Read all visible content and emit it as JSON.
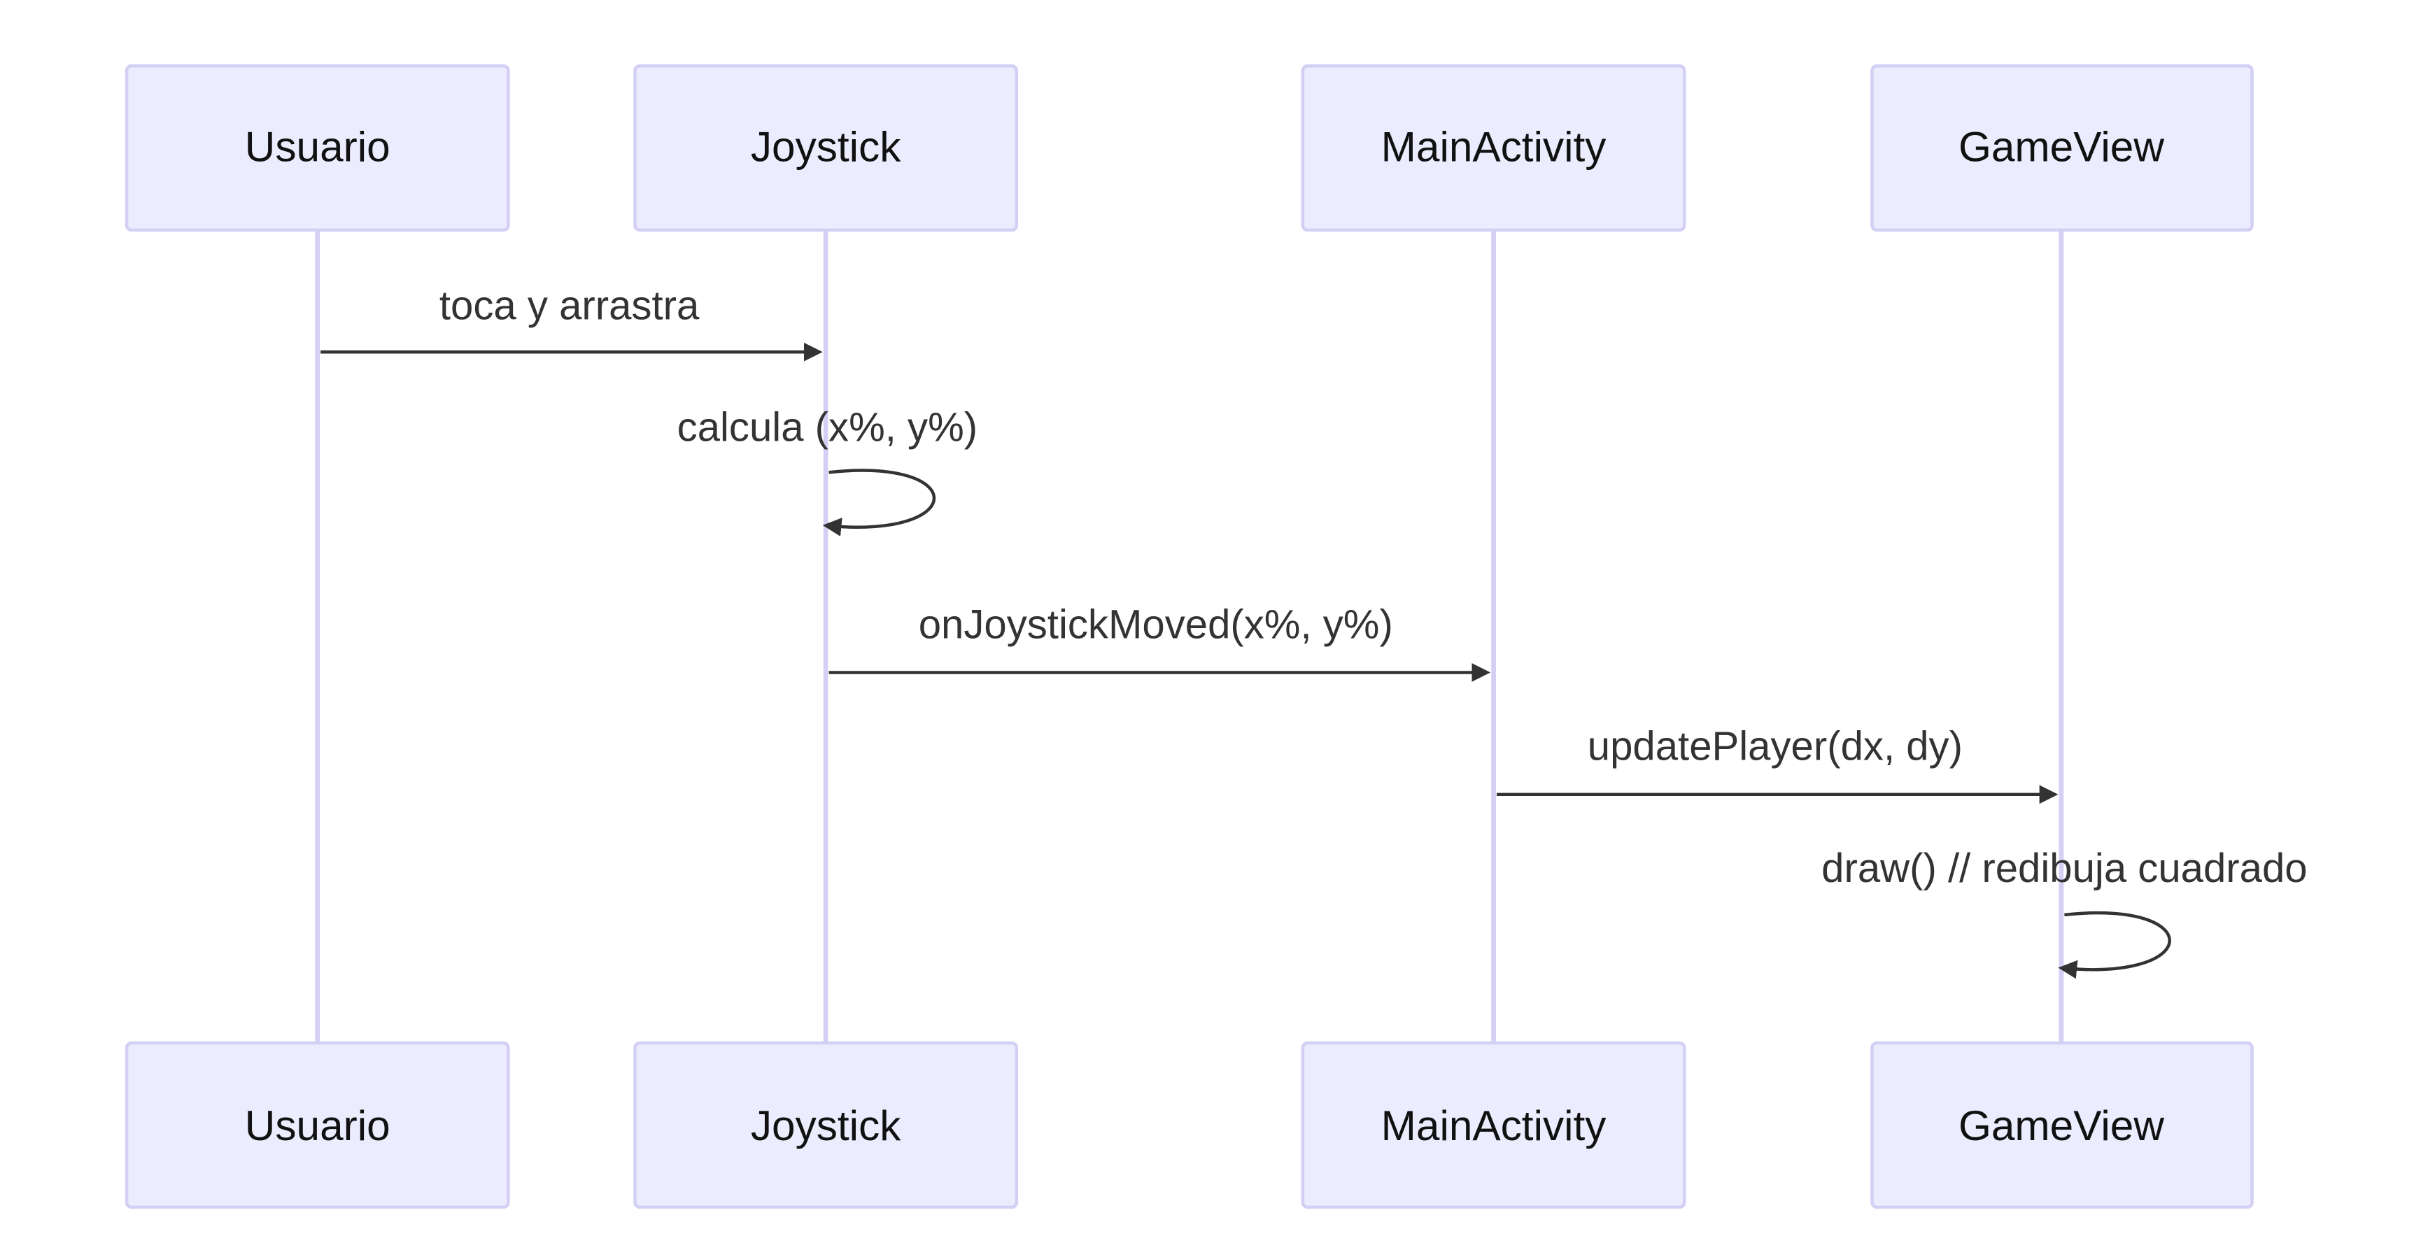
{
  "participants": [
    {
      "id": "usuario",
      "label": "Usuario"
    },
    {
      "id": "joystick",
      "label": "Joystick"
    },
    {
      "id": "mainactivity",
      "label": "MainActivity"
    },
    {
      "id": "gameview",
      "label": "GameView"
    }
  ],
  "messages": [
    {
      "from": "usuario",
      "to": "joystick",
      "label": "toca y arrastra"
    },
    {
      "from": "joystick",
      "to": "joystick",
      "label": "calcula (x%, y%)"
    },
    {
      "from": "joystick",
      "to": "mainactivity",
      "label": "onJoystickMoved(x%, y%)"
    },
    {
      "from": "mainactivity",
      "to": "gameview",
      "label": "updatePlayer(dx, dy)"
    },
    {
      "from": "gameview",
      "to": "gameview",
      "label": "draw() // redibuja cuadrado"
    }
  ],
  "colors": {
    "actor_fill": "#ececff",
    "actor_border": "#d4cff4",
    "lifeline": "#d4cff4",
    "message_line": "#333333",
    "text": "#333333"
  }
}
